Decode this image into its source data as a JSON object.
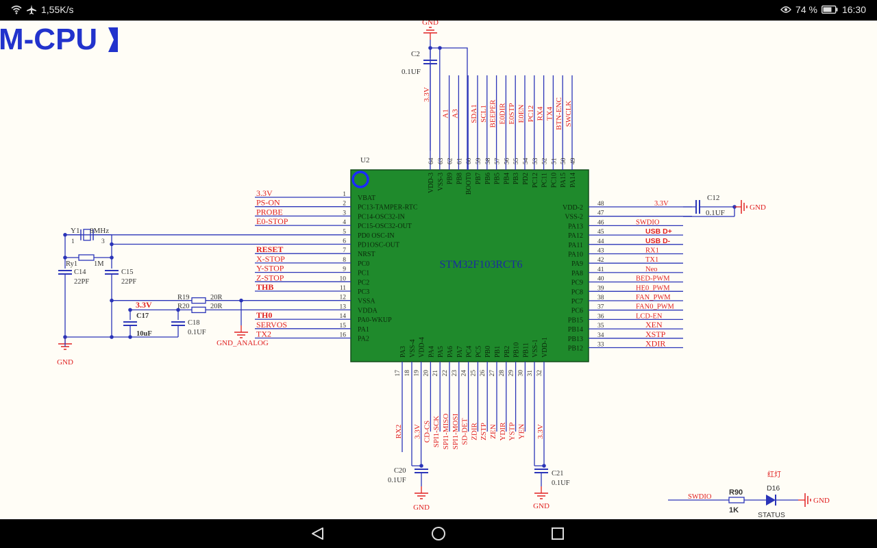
{
  "status_bar": {
    "speed": "1,55K/s",
    "battery": "74 %",
    "time": "16:30"
  },
  "schematic": {
    "title_fragment": "M-CPU",
    "chip": {
      "ref": "U2",
      "part": "STM32F103RCT6",
      "left_pins": [
        {
          "num": "1",
          "name": "VBAT",
          "net": "3.3V"
        },
        {
          "num": "2",
          "name": "PC13-TAMPER-RTC",
          "net": "PS-ON"
        },
        {
          "num": "3",
          "name": "PC14-OSC32-IN",
          "net": "PROBE"
        },
        {
          "num": "4",
          "name": "PC15-OSC32-OUT",
          "net": "E0-STOP"
        },
        {
          "num": "5",
          "name": "PD0 OSC-IN",
          "net": ""
        },
        {
          "num": "6",
          "name": "PD1OSC-OUT",
          "net": ""
        },
        {
          "num": "7",
          "name": "NRST",
          "net": "RESET"
        },
        {
          "num": "8",
          "name": "PC0",
          "net": "X-STOP"
        },
        {
          "num": "9",
          "name": "PC1",
          "net": "Y-STOP"
        },
        {
          "num": "10",
          "name": "PC2",
          "net": "Z-STOP"
        },
        {
          "num": "11",
          "name": "PC3",
          "net": "THB"
        },
        {
          "num": "12",
          "name": "VSSA",
          "net": ""
        },
        {
          "num": "13",
          "name": "VDDA",
          "net": ""
        },
        {
          "num": "14",
          "name": "PA0-WKUP",
          "net": "TH0"
        },
        {
          "num": "15",
          "name": "PA1",
          "net": "SERVOS"
        },
        {
          "num": "16",
          "name": "PA2",
          "net": "TX2"
        }
      ],
      "right_pins": [
        {
          "num": "48",
          "name": "VDD-2",
          "net": "3.3V"
        },
        {
          "num": "47",
          "name": "VSS-2",
          "net": ""
        },
        {
          "num": "46",
          "name": "PA13",
          "net": "SWDIO"
        },
        {
          "num": "45",
          "name": "PA12",
          "net": "USB D+"
        },
        {
          "num": "44",
          "name": "PA11",
          "net": "USB D-"
        },
        {
          "num": "43",
          "name": "PA10",
          "net": "RX1"
        },
        {
          "num": "42",
          "name": "PA9",
          "net": "TX1"
        },
        {
          "num": "41",
          "name": "PA8",
          "net": "Neo"
        },
        {
          "num": "40",
          "name": "PC9",
          "net": "BED-PWM"
        },
        {
          "num": "39",
          "name": "PC8",
          "net": "HE0_PWM"
        },
        {
          "num": "38",
          "name": "PC7",
          "net": "FAN_PWM"
        },
        {
          "num": "37",
          "name": "PC6",
          "net": "FAN0_PWM"
        },
        {
          "num": "36",
          "name": "PB15",
          "net": "LCD-EN"
        },
        {
          "num": "35",
          "name": "PB14",
          "net": "XEN"
        },
        {
          "num": "34",
          "name": "PB13",
          "net": "XSTP"
        },
        {
          "num": "33",
          "name": "PB12",
          "net": "XDIR"
        }
      ],
      "top_pins": [
        {
          "num": "64",
          "name": "VDD-3",
          "net": "3.3V"
        },
        {
          "num": "63",
          "name": "VSS-3",
          "net": ""
        },
        {
          "num": "62",
          "name": "PB9",
          "net": "A1"
        },
        {
          "num": "61",
          "name": "PB8",
          "net": "A3"
        },
        {
          "num": "60",
          "name": "BOOT0",
          "net": ""
        },
        {
          "num": "59",
          "name": "PB7",
          "net": "SDA1"
        },
        {
          "num": "58",
          "name": "PB6",
          "net": "SCL1"
        },
        {
          "num": "57",
          "name": "PB5",
          "net": "BEEPER"
        },
        {
          "num": "56",
          "name": "PB4",
          "net": "E0DIR"
        },
        {
          "num": "55",
          "name": "PB3",
          "net": "E0STP"
        },
        {
          "num": "54",
          "name": "PD2",
          "net": "E0EN"
        },
        {
          "num": "53",
          "name": "PC12",
          "net": "PC12"
        },
        {
          "num": "52",
          "name": "PC11",
          "net": "RX4"
        },
        {
          "num": "51",
          "name": "PC10",
          "net": "TX4"
        },
        {
          "num": "50",
          "name": "PA15",
          "net": "BTN-ENC"
        },
        {
          "num": "49",
          "name": "PA14",
          "net": "SWCLK"
        }
      ],
      "bottom_pins": [
        {
          "num": "17",
          "name": "PA3",
          "net": "RX2"
        },
        {
          "num": "18",
          "name": "VSS-4",
          "net": ""
        },
        {
          "num": "19",
          "name": "VDD-4",
          "net": "3.3V"
        },
        {
          "num": "20",
          "name": "PA4",
          "net": "CD-CS"
        },
        {
          "num": "21",
          "name": "PA5",
          "net": "SPI1-SCK"
        },
        {
          "num": "22",
          "name": "PA6",
          "net": "SPI1-MISO"
        },
        {
          "num": "23",
          "name": "PA7",
          "net": "SPI1-MOSI"
        },
        {
          "num": "24",
          "name": "PC4",
          "net": "SD-DET"
        },
        {
          "num": "25",
          "name": "PC5",
          "net": "ZDIR"
        },
        {
          "num": "26",
          "name": "PB0",
          "net": "ZSTP"
        },
        {
          "num": "27",
          "name": "PB1",
          "net": "ZEN"
        },
        {
          "num": "28",
          "name": "PB2",
          "net": "YDIR"
        },
        {
          "num": "29",
          "name": "PB10",
          "net": "YSTP"
        },
        {
          "num": "30",
          "name": "PB11",
          "net": "YEN"
        },
        {
          "num": "31",
          "name": "VSS-1",
          "net": ""
        },
        {
          "num": "32",
          "name": "VDD-1",
          "net": "3.3V"
        }
      ]
    },
    "components": {
      "gnd": "GND",
      "gnd_analog": "GND_ANALOG",
      "c2": {
        "ref": "C2",
        "value": "0.1UF"
      },
      "c12": {
        "ref": "C12",
        "value": "0.1UF"
      },
      "c14": {
        "ref": "C14",
        "value": "22PF"
      },
      "c15": {
        "ref": "C15",
        "value": "22PF"
      },
      "c17": {
        "ref": "C17",
        "value": "10uF"
      },
      "c18": {
        "ref": "C18",
        "value": "0.1UF"
      },
      "c20": {
        "ref": "C20",
        "value": "0.1UF"
      },
      "c21": {
        "ref": "C21",
        "value": "0.1UF"
      },
      "y1": {
        "ref": "Y1",
        "value": "8MHz",
        "pin1": "1",
        "pin3": "3"
      },
      "ry1": {
        "ref": "Ry1",
        "value": "1M"
      },
      "r19": {
        "ref": "R19",
        "value": "20R"
      },
      "r20": {
        "ref": "R20",
        "value": "20R"
      },
      "r90": {
        "ref": "R90",
        "value": "1K"
      },
      "d16": {
        "ref": "D16",
        "label": "STATUS",
        "note": "红灯"
      },
      "vdda_net": "3.3V",
      "status_net": "SWDIO"
    }
  },
  "colors": {
    "wire": "#2a34b8",
    "label": "#e02020",
    "chip": "#1f8a2c",
    "background": "#fffdf6"
  },
  "nav": {
    "back": "back-icon",
    "home": "home-icon",
    "recents": "recents-icon"
  }
}
